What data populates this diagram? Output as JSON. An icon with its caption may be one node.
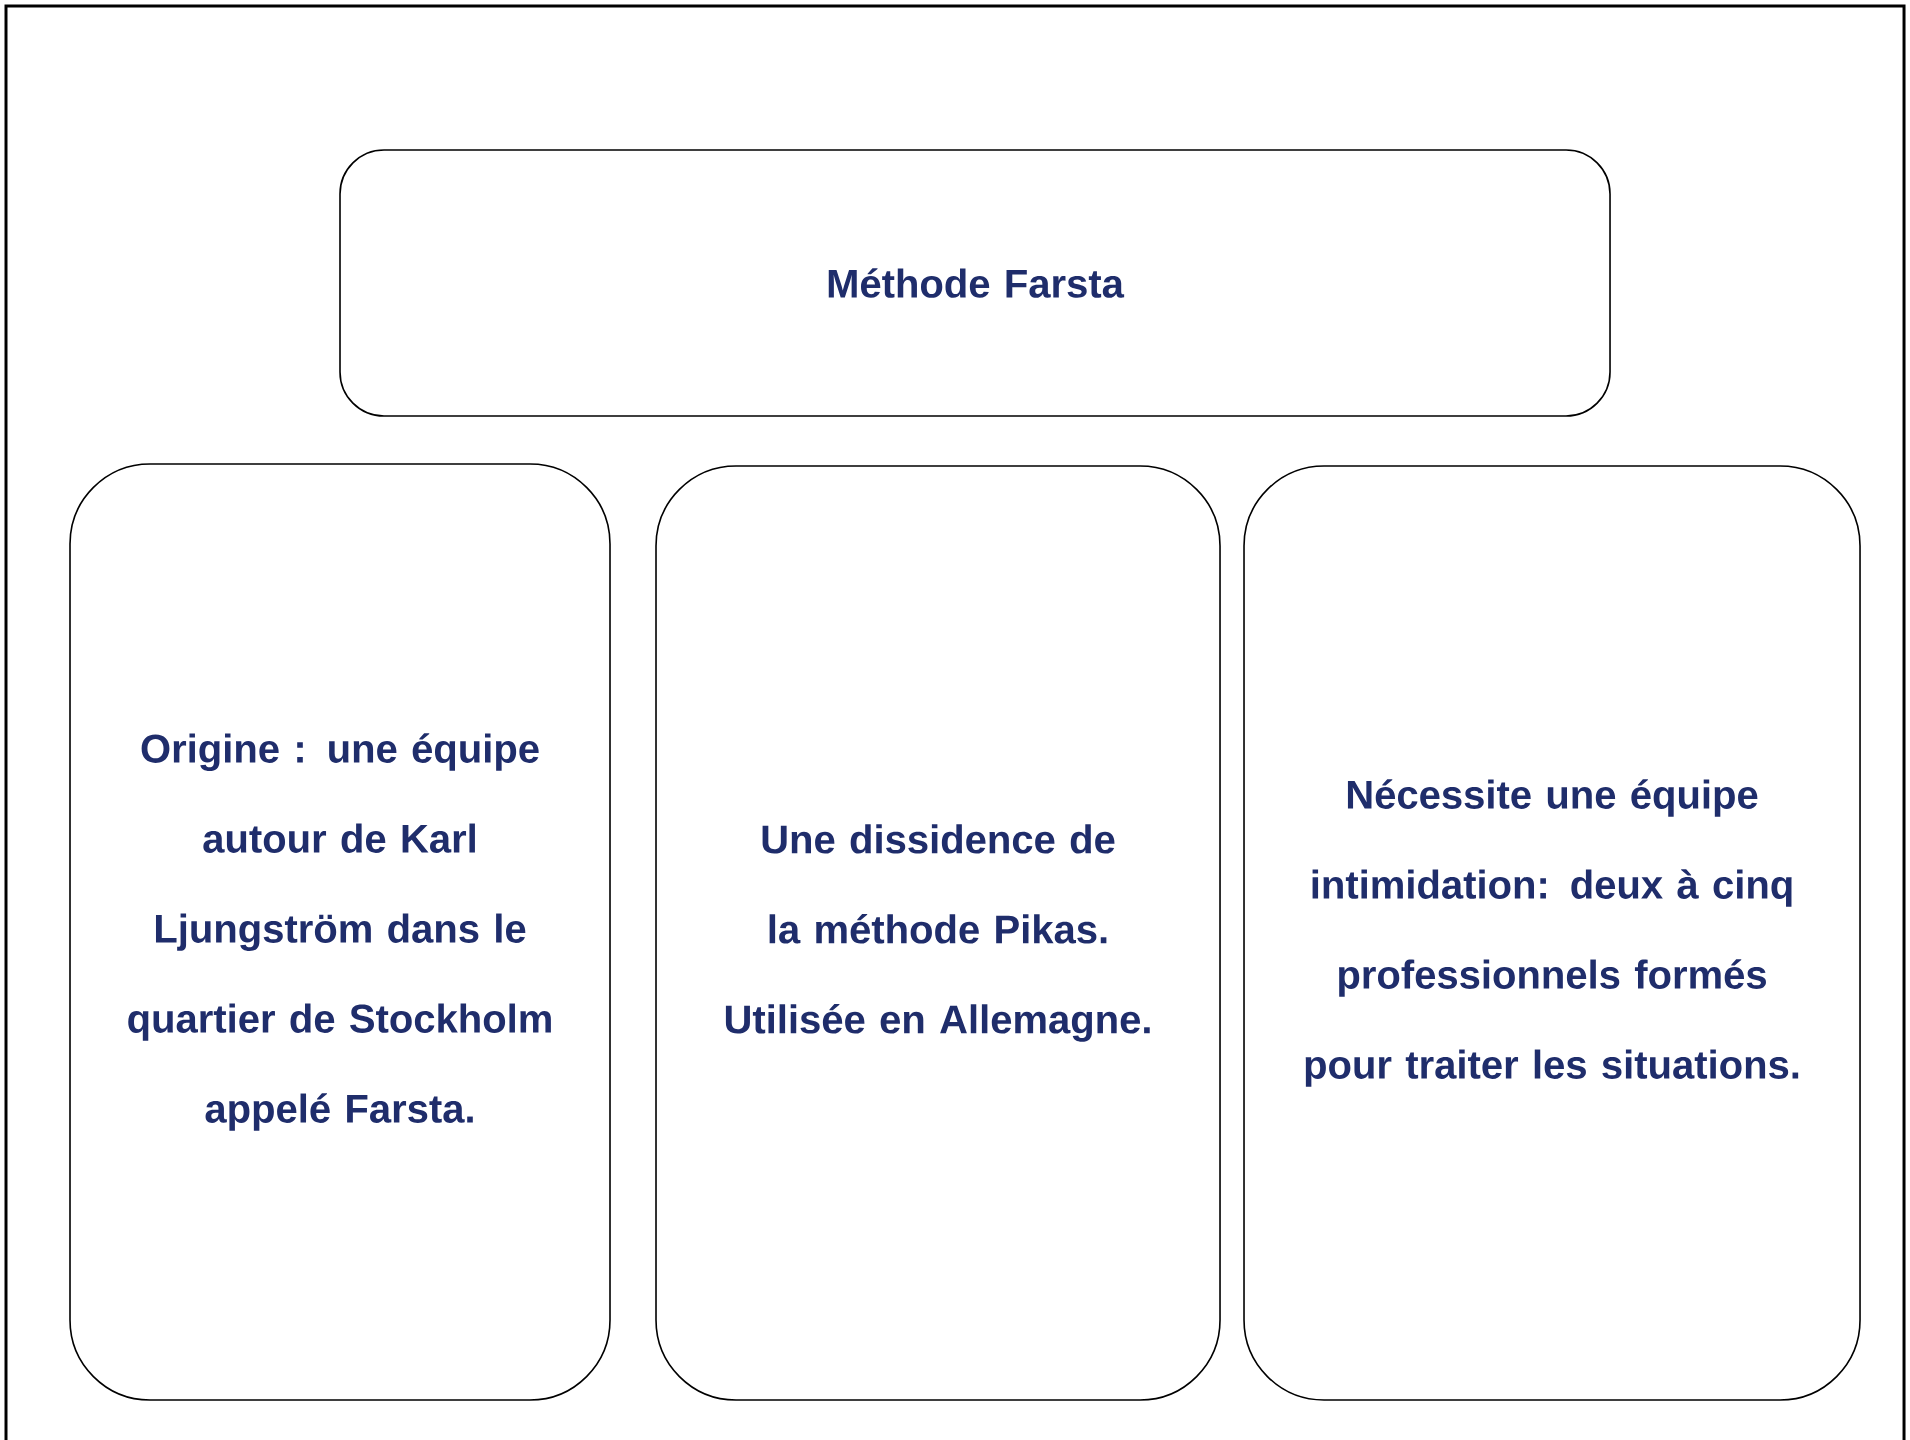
{
  "diagram": {
    "nodes": [
      {
        "text": [
          "Méthode Farsta"
        ]
      },
      {
        "text": [
          "Origine : une équipe autour de Karl Ljungström dans le quartier de Stockholm appelé Farsta."
        ]
      },
      {
        "text": [
          "Une dissidence de la méthode Pikas. Utilisée en Allemagne."
        ]
      },
      {
        "text": [
          "Nécessite une équipe intimidation: deux à cinq professionnels formés pour traiter les situations."
        ]
      }
    ]
  }
}
